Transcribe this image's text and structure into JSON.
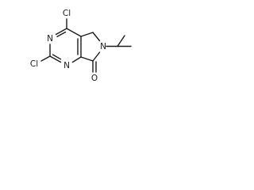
{
  "molecule": {
    "atoms": {
      "cl_top": "Cl",
      "cl_left": "Cl",
      "n_ring_upper": "N",
      "n_ring_lower": "N",
      "n_lactam": "N",
      "o_carbonyl": "O"
    }
  },
  "colors": {
    "bond": "#1a1a1a",
    "text": "#1a1a1a",
    "background": "#ffffff"
  }
}
